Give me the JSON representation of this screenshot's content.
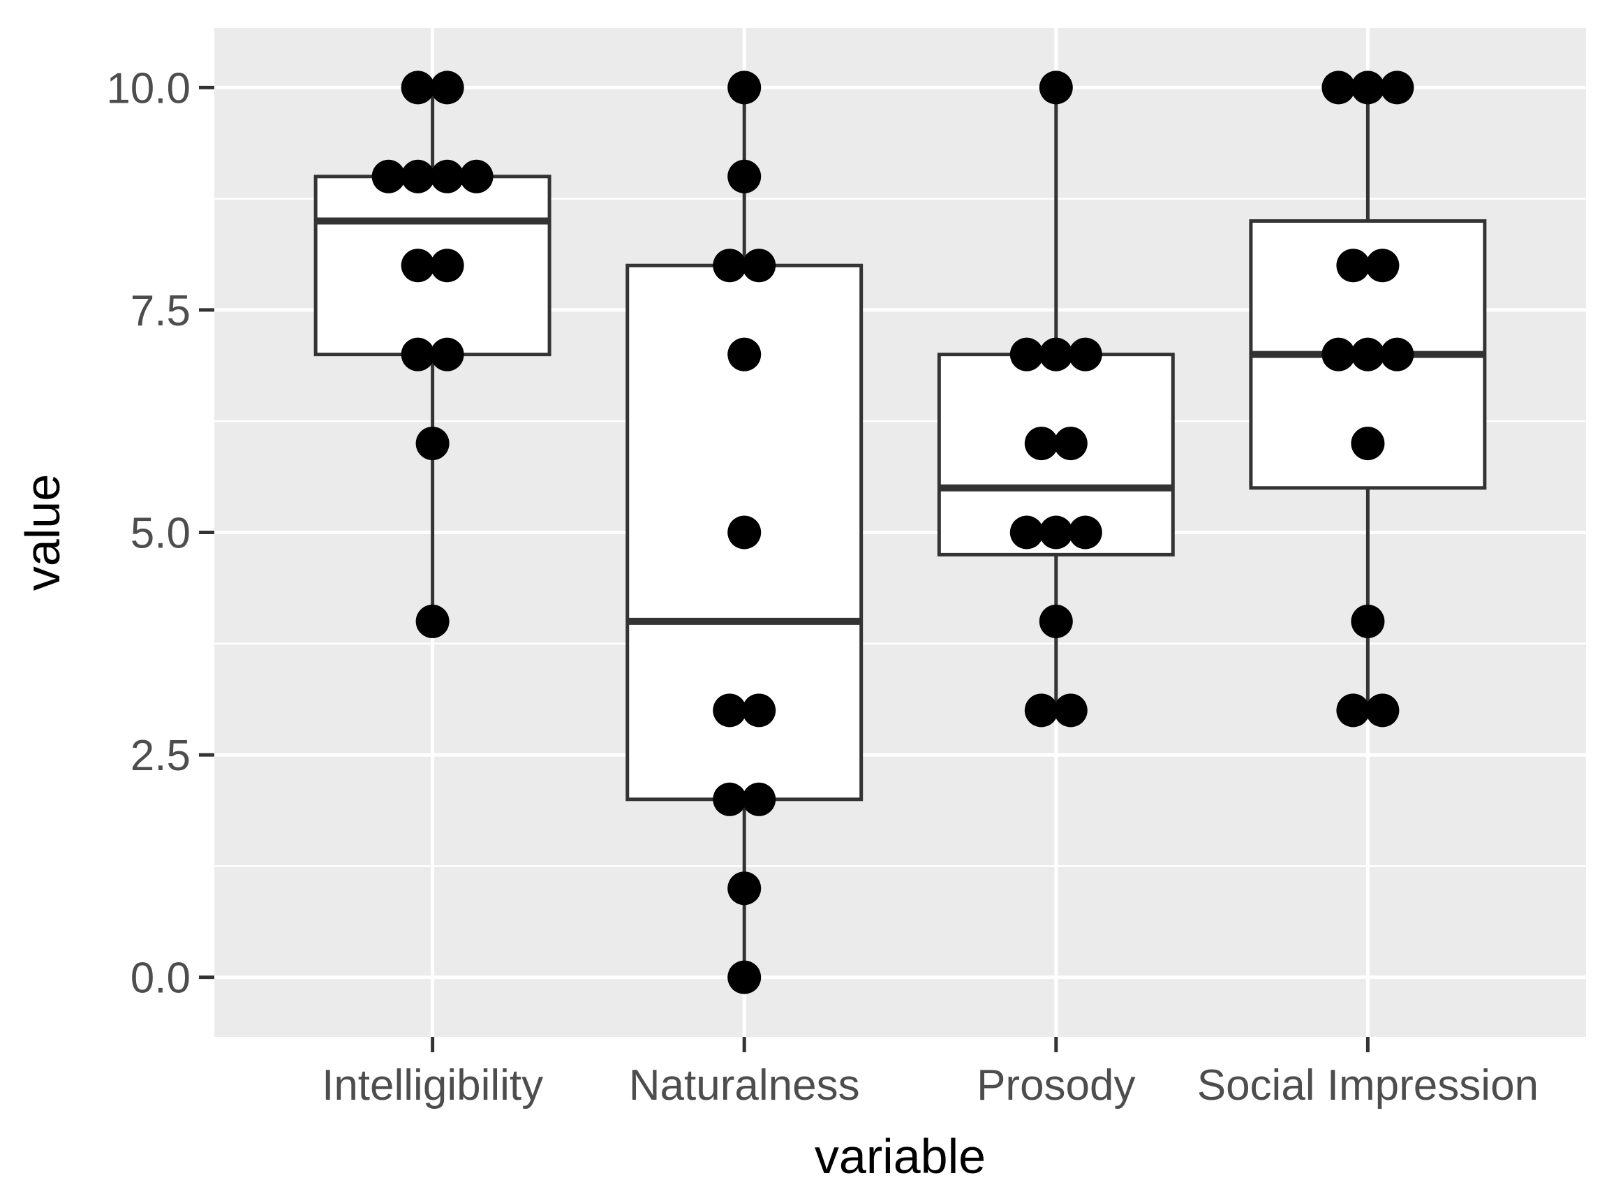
{
  "chart_data": {
    "type": "box",
    "xlabel": "variable",
    "ylabel": "value",
    "categories": [
      "Intelligibility",
      "Naturalness",
      "Prosody",
      "Social Impression"
    ],
    "ylim": [
      -0.67,
      10.67
    ],
    "yticks": [
      0,
      2.5,
      5,
      7.5,
      10
    ],
    "ytick_labels": [
      "0.0",
      "2.5",
      "5.0",
      "7.5",
      "10.0"
    ],
    "grid": true,
    "boxes": [
      {
        "category": "Intelligibility",
        "lower_whisker": 4,
        "q1": 7,
        "median": 8.5,
        "q3": 9,
        "upper_whisker": 10
      },
      {
        "category": "Naturalness",
        "lower_whisker": 0,
        "q1": 2,
        "median": 4,
        "q3": 8,
        "upper_whisker": 10
      },
      {
        "category": "Prosody",
        "lower_whisker": 3,
        "q1": 4.75,
        "median": 5.5,
        "q3": 7,
        "upper_whisker": 10
      },
      {
        "category": "Social Impression",
        "lower_whisker": 3,
        "q1": 5.5,
        "median": 7,
        "q3": 8.5,
        "upper_whisker": 10
      }
    ],
    "points": [
      {
        "category": "Intelligibility",
        "values": [
          10,
          10,
          9,
          9,
          9,
          9,
          8,
          8,
          7,
          7,
          6,
          4
        ]
      },
      {
        "category": "Naturalness",
        "values": [
          10,
          9,
          8,
          8,
          7,
          5,
          3,
          3,
          2,
          2,
          1,
          0
        ]
      },
      {
        "category": "Prosody",
        "values": [
          10,
          7,
          7,
          7,
          6,
          6,
          5,
          5,
          5,
          4,
          3,
          3
        ]
      },
      {
        "category": "Social Impression",
        "values": [
          10,
          10,
          10,
          8,
          8,
          7,
          7,
          7,
          6,
          4,
          3,
          3
        ]
      }
    ],
    "colors": {
      "panel": "#ebebeb",
      "grid": "#ffffff",
      "box_fill": "#ffffff",
      "box_line": "#333333",
      "point": "#000000",
      "tick_text": "#4d4d4d",
      "axis_text": "#000000"
    }
  }
}
